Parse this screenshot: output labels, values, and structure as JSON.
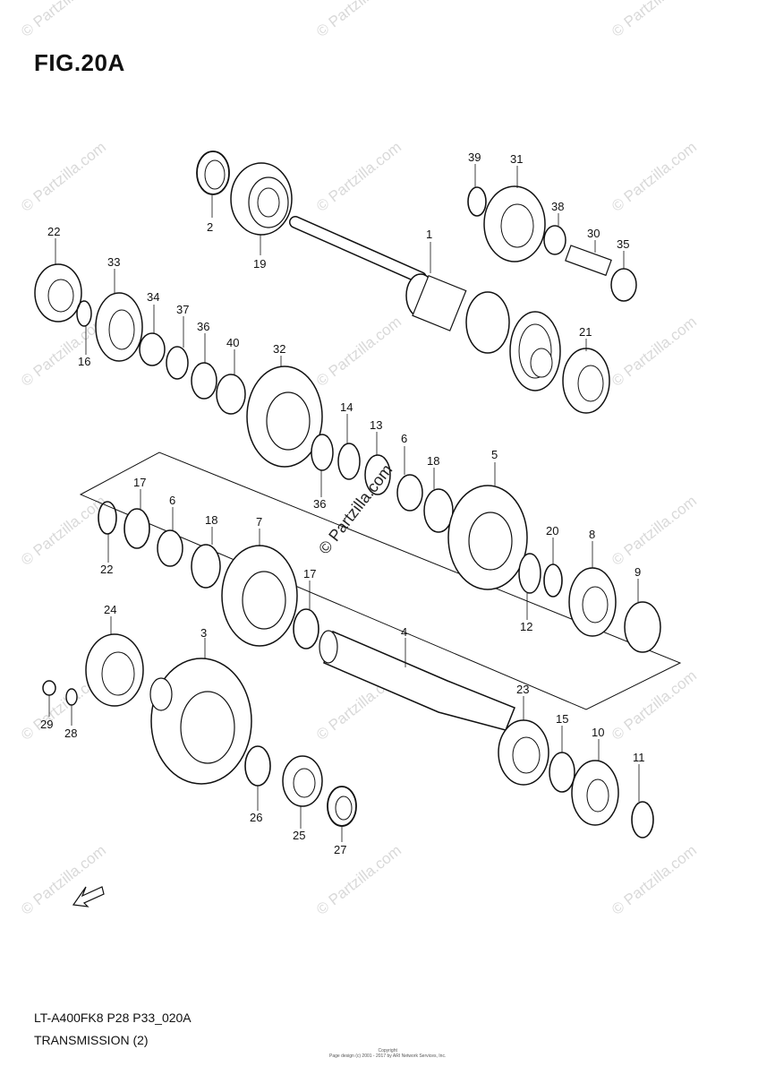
{
  "figure": {
    "title": "FIG.20A",
    "model_code": "LT-A400FK8 P28 P33_020A",
    "section_name": "TRANSMISSION (2)",
    "copyright_line1": "Copyright",
    "copyright_line2": "Page design (c) 2001 - 2017 by ARI Network Services, Inc.",
    "watermark": "© Partzilla.com",
    "fwd_label": "FWD"
  },
  "callouts": {
    "c1": "1",
    "c2": "2",
    "c3": "3",
    "c4": "4",
    "c5": "5",
    "c6a": "6",
    "c6b": "6",
    "c7": "7",
    "c8": "8",
    "c9": "9",
    "c10": "10",
    "c11": "11",
    "c12": "12",
    "c13": "13",
    "c14": "14",
    "c15": "15",
    "c16": "16",
    "c17a": "17",
    "c17b": "17",
    "c18a": "18",
    "c18b": "18",
    "c19": "19",
    "c20": "20",
    "c21": "21",
    "c22a": "22",
    "c22b": "22",
    "c23": "23",
    "c24": "24",
    "c25": "25",
    "c26": "26",
    "c27": "27",
    "c28": "28",
    "c29": "29",
    "c30": "30",
    "c31": "31",
    "c32": "32",
    "c33": "33",
    "c34": "34",
    "c35": "35",
    "c36a": "36",
    "c36b": "36",
    "c37": "37",
    "c38": "38",
    "c39": "39",
    "c40": "40"
  }
}
